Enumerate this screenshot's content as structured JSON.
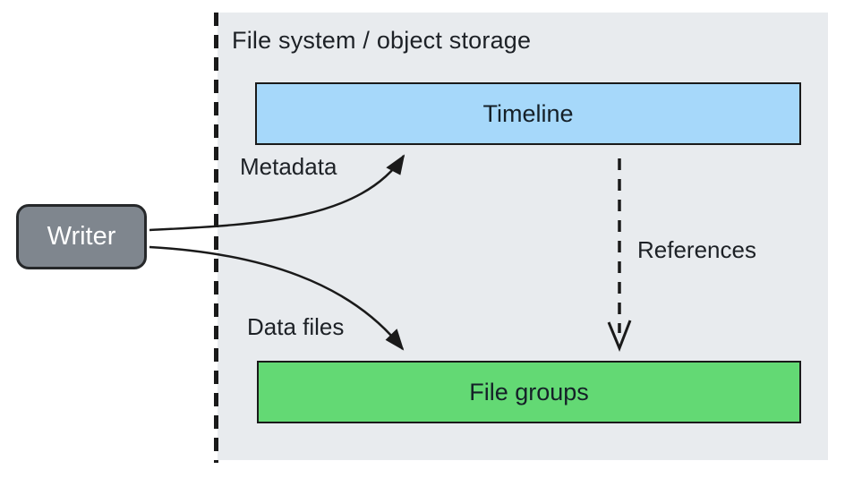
{
  "diagram": {
    "container": {
      "label": "File system / object storage",
      "bg_color": "#e8ebee",
      "border_style": "dashed-left",
      "border_color": "#1a1a1a"
    },
    "nodes": {
      "writer": {
        "label": "Writer",
        "fill": "#7f868e",
        "text_color": "#ffffff",
        "shape": "rounded-rect"
      },
      "timeline": {
        "label": "Timeline",
        "fill": "#a6d8fa",
        "text_color": "#152028",
        "shape": "rect"
      },
      "file_groups": {
        "label": "File groups",
        "fill": "#63d974",
        "text_color": "#152028",
        "shape": "rect"
      }
    },
    "edges": {
      "metadata": {
        "label": "Metadata",
        "from": "writer",
        "to": "timeline",
        "style": "solid-curved",
        "arrowhead": "filled"
      },
      "data_files": {
        "label": "Data files",
        "from": "writer",
        "to": "file_groups",
        "style": "solid-curved",
        "arrowhead": "filled"
      },
      "references": {
        "label": "References",
        "from": "timeline",
        "to": "file_groups",
        "style": "dashed",
        "arrowhead": "open"
      }
    }
  }
}
